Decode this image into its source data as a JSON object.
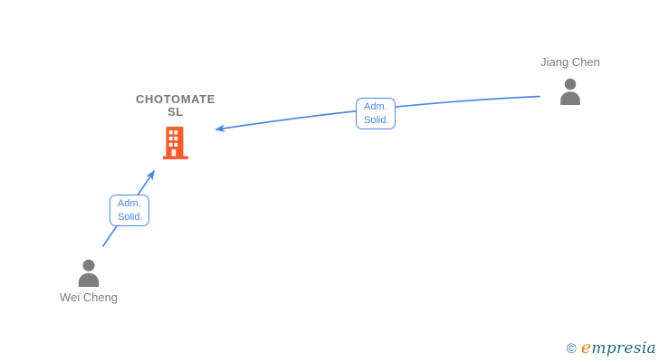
{
  "company": {
    "name_line1": "CHOTOMATE",
    "name_line2": "SL"
  },
  "persons": [
    {
      "name": "Jiang Chen"
    },
    {
      "name": "Wei Cheng"
    }
  ],
  "relationships": [
    {
      "from": "Jiang Chen",
      "to": "CHOTOMATE SL",
      "label_line1": "Adm.",
      "label_line2": "Solid."
    },
    {
      "from": "Wei Cheng",
      "to": "CHOTOMATE SL",
      "label_line1": "Adm.",
      "label_line2": "Solid."
    }
  ],
  "footer": {
    "copyright_symbol": "©",
    "brand_first_letter": "e",
    "brand_rest": "mpresia"
  },
  "colors": {
    "edge_blue": "#4a86e8",
    "building_orange": "#fb5a2b",
    "person_gray": "#7d7d7d",
    "label_gray": "#7a7a7a",
    "company_gray": "#767676",
    "brand_orange": "#e8820c",
    "brand_teal": "#1d6b84",
    "brand_copyright": "#2d7fa8"
  }
}
